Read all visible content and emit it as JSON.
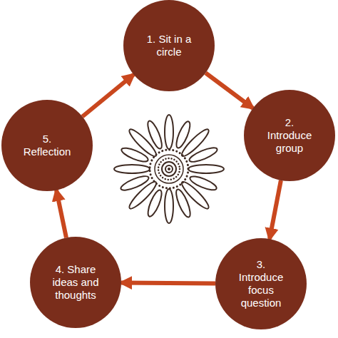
{
  "diagram": {
    "nodes": [
      {
        "text": [
          "1. Sit in a circle"
        ]
      },
      {
        "text": [
          "2. Introduce group"
        ]
      },
      {
        "text": [
          "3. Introduce focus question"
        ]
      },
      {
        "text": [
          "4. Share ideas and thoughts"
        ]
      },
      {
        "text": [
          "5. Reflection"
        ]
      }
    ],
    "edges": [
      {
        "from": 0,
        "to": 1,
        "arrow": "to"
      },
      {
        "from": 1,
        "to": 2,
        "arrow": "to"
      },
      {
        "from": 2,
        "to": 3,
        "arrow": "to"
      },
      {
        "from": 3,
        "to": 4,
        "arrow": "to"
      },
      {
        "from": 4,
        "to": 0,
        "arrow": "to"
      }
    ]
  }
}
